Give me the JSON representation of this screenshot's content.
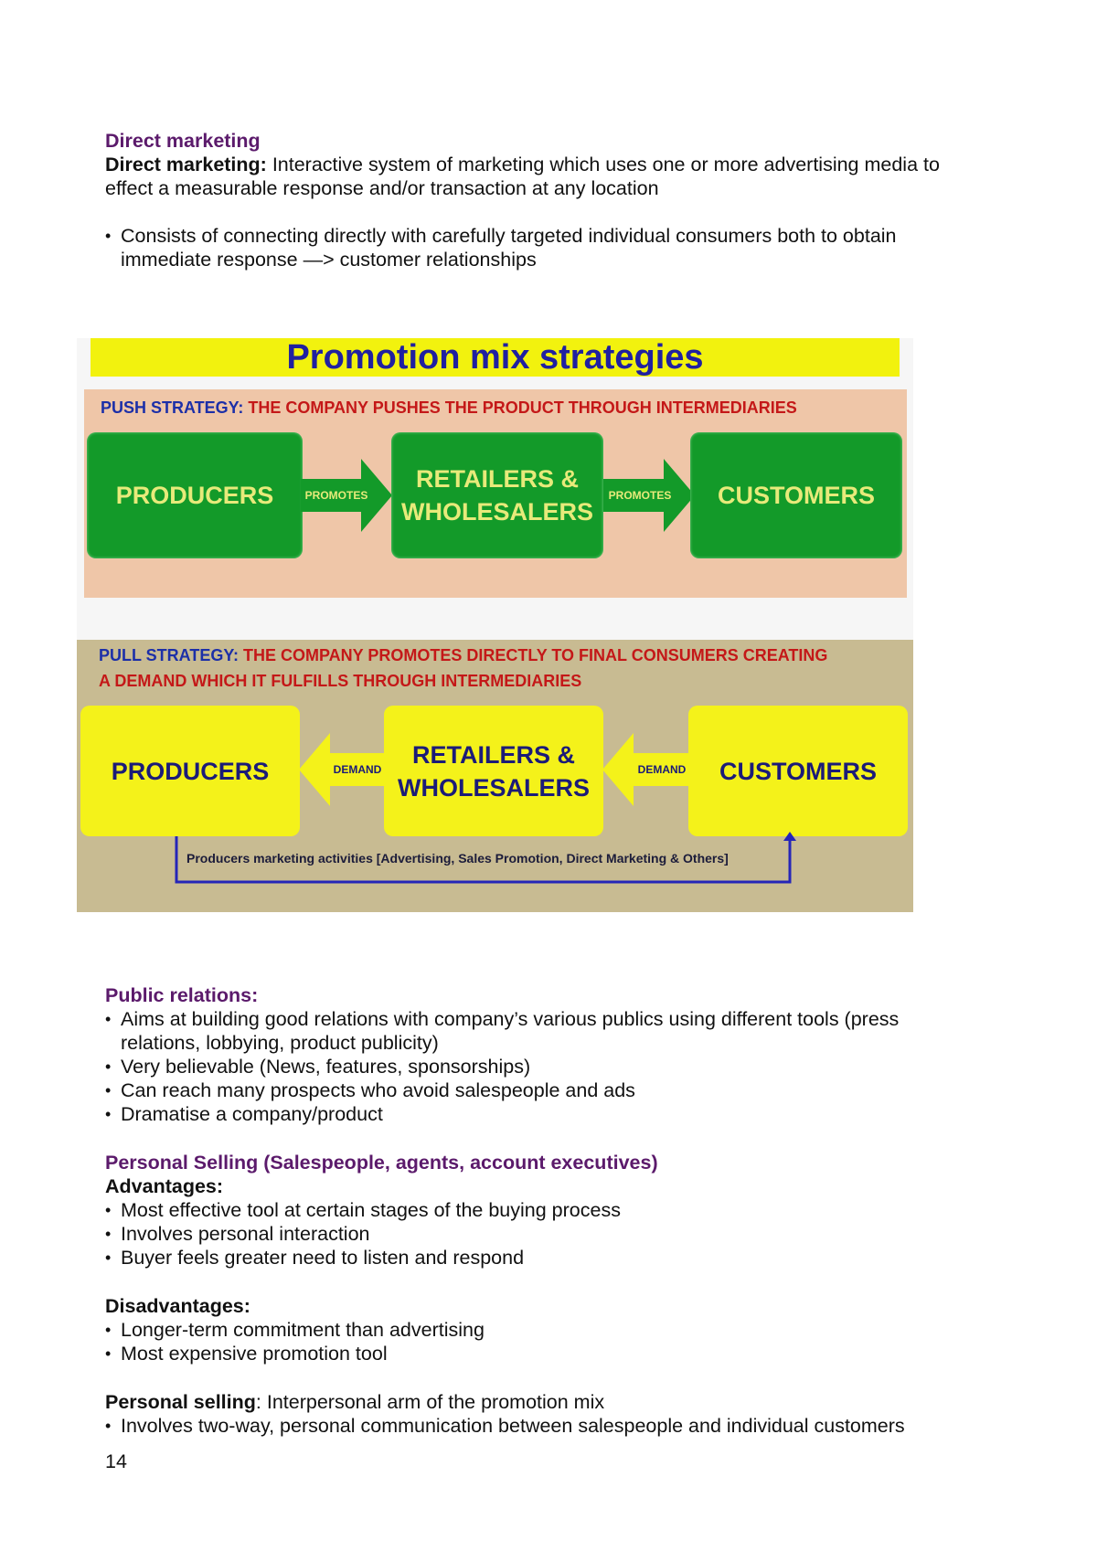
{
  "direct_marketing": {
    "heading": "Direct marketing",
    "def_term": "Direct marketing:",
    "def_line1": " Interactive system of marketing which uses one or more advertising media to",
    "def_line2": "effect a measurable response and/or transaction at any location",
    "bullet_line1": "Consists of connecting directly with carefully targeted individual consumers both to obtain",
    "bullet_line2": "immediate response —> customer relationships"
  },
  "diagram": {
    "title": "Promotion mix strategies",
    "push": {
      "label": "PUSH STRATEGY:",
      "text": " THE COMPANY PUSHES THE PRODUCT THROUGH INTERMEDIARIES",
      "box1": "PRODUCERS",
      "box2_line1": "RETAILERS &",
      "box2_line2": "WHOLESALERS",
      "box3": "CUSTOMERS",
      "arrow1": "PROMOTES",
      "arrow2": "PROMOTES"
    },
    "pull": {
      "label": "PULL STRATEGY:",
      "text_line1": " THE COMPANY PROMOTES DIRECTLY TO FINAL CONSUMERS CREATING",
      "text_line2": "A DEMAND WHICH IT FULFILLS THROUGH INTERMEDIARIES",
      "box1": "PRODUCERS",
      "box2_line1": "RETAILERS &",
      "box2_line2": "WHOLESALERS",
      "box3": "CUSTOMERS",
      "arrow1": "DEMAND",
      "arrow2": "DEMAND",
      "note": "Producers marketing activities [Advertising, Sales Promotion, Direct Marketing & Others]"
    },
    "colors": {
      "title_band": "#f2f20e",
      "push_panel": "#efc6a8",
      "pull_panel": "#c8bb92",
      "green_box": "#139a29",
      "yellow_box": "#f4f21a",
      "heading_purple": "#5b1a6b"
    }
  },
  "public_relations": {
    "heading": "Public relations:",
    "bullets": [
      "Aims at building good relations with company’s various publics using different tools (press",
      "relations, lobbying, product publicity)",
      "Very believable (News, features, sponsorships)",
      "Can reach many prospects who avoid salespeople and ads",
      "Dramatise a company/product"
    ]
  },
  "personal_selling": {
    "heading": "Personal Selling (Salespeople, agents, account executives)",
    "adv_heading": "Advantages:",
    "advantages": [
      "Most effective tool at certain stages of the buying process",
      "Involves personal interaction",
      "Buyer feels greater need to listen and respond"
    ],
    "dis_heading": "Disadvantages:",
    "disadvantages": [
      "Longer-term commitment than advertising",
      "Most expensive promotion tool"
    ],
    "def_term": "Personal selling",
    "def_text": ": Interpersonal arm of the promotion mix",
    "def_bullet": "Involves two-way, personal communication between salespeople and individual customers"
  },
  "page_number": "14"
}
